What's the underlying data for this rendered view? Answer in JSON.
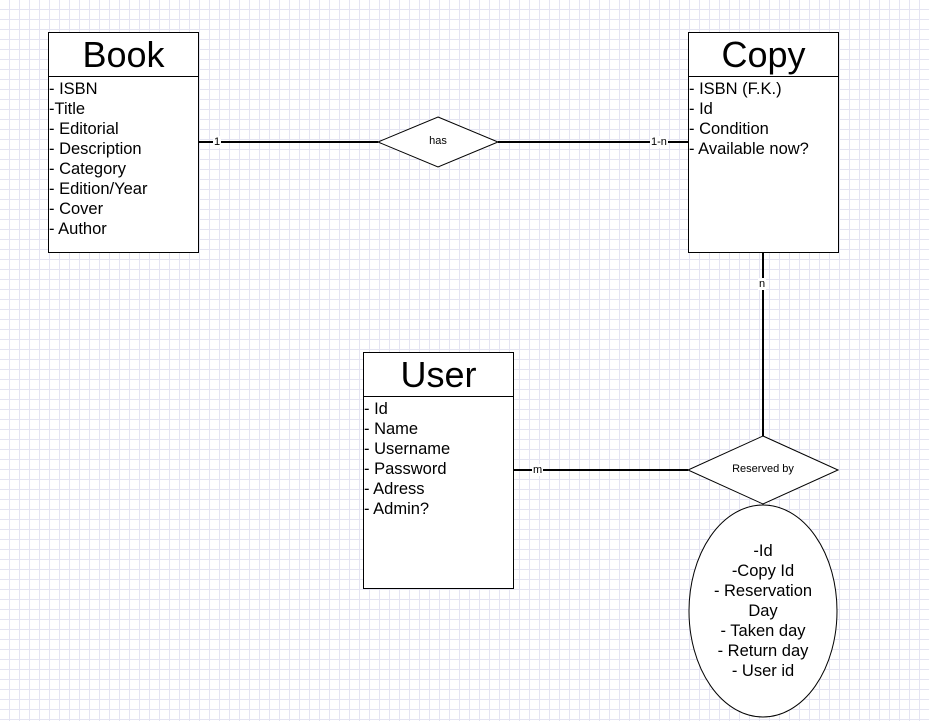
{
  "entities": {
    "book": {
      "title": "Book",
      "attributes": [
        "- ISBN",
        "-Title",
        "- Editorial",
        "- Description",
        "- Category",
        "- Edition/Year",
        "- Cover",
        "- Author"
      ]
    },
    "copy": {
      "title": "Copy",
      "attributes": [
        "- ISBN (F.K.)",
        "- Id",
        "- Condition",
        "- Available now?"
      ]
    },
    "user": {
      "title": "User",
      "attributes": [
        "- Id",
        "- Name",
        "- Username",
        "- Password",
        "- Adress",
        "- Admin?"
      ]
    }
  },
  "relationships": {
    "has": {
      "label": "has",
      "card_book": "1",
      "card_copy": "1-n"
    },
    "reserved_by": {
      "label": "Reserved by",
      "card_copy": "n",
      "card_user": "m",
      "attributes": [
        "-Id",
        "-Copy Id",
        "- Reservation",
        "Day",
        "- Taken day",
        "- Return day",
        "- User id"
      ]
    }
  }
}
